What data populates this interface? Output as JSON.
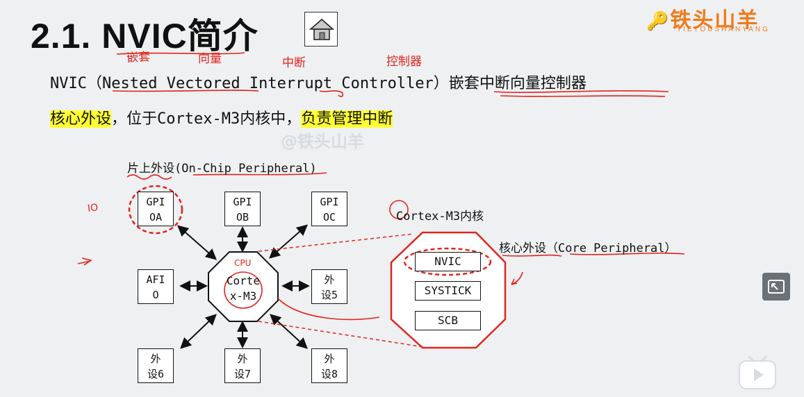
{
  "slide": {
    "title": "2.1. NVIC简介",
    "brand": {
      "name": "铁头山羊",
      "sub": "TIETOUSHANYANG"
    },
    "watermark": "@铁头山羊",
    "line1": {
      "prefix": "NVIC（Nested Vectored Interrupt Controller）",
      "suffix": "嵌套中断向量控制器"
    },
    "line2": {
      "hl1": "核心外设",
      "middle": "，位于Cortex-M3内核中，",
      "hl2": "负责管理中断"
    }
  },
  "diagram": {
    "onchip_label": "片上外设(On-Chip Peripheral)",
    "cortex_core_label": "Cortex-M3内核",
    "core_peripheral_label": "核心外设（Core Peripheral）",
    "cpu_box": {
      "line1": "Corte",
      "line2": "x-M3"
    },
    "peripherals": {
      "gpioa": {
        "l1": "GPI",
        "l2": "OA"
      },
      "gpiob": {
        "l1": "GPI",
        "l2": "OB"
      },
      "gpioc": {
        "l1": "GPI",
        "l2": "OC"
      },
      "afio": {
        "l1": "AFI",
        "l2": "O"
      },
      "p5": {
        "l1": "外",
        "l2": "设5"
      },
      "p6": {
        "l1": "外",
        "l2": "设6"
      },
      "p7": {
        "l1": "外",
        "l2": "设7"
      },
      "p8": {
        "l1": "外",
        "l2": "设8"
      }
    },
    "core_items": [
      "NVIC",
      "SYSTICK",
      "SCB"
    ]
  },
  "handwriting": {
    "qiantao": "嵌套",
    "xiangliang": "向量",
    "zhongduan": "中断",
    "kongzhiqi": "控制器",
    "io": "IO",
    "arrow": "->",
    "cpu": "CPU"
  },
  "colors": {
    "ink": "#e0241c",
    "highlight": "#ffff33",
    "brand": "#f07a1a"
  }
}
